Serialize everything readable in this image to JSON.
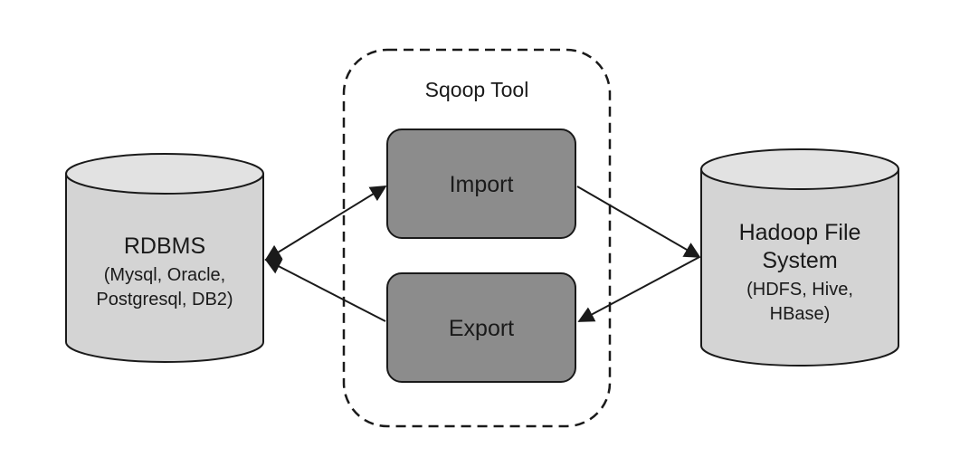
{
  "tool_group": {
    "title": "Sqoop Tool"
  },
  "operations": {
    "import_label": "Import",
    "export_label": "Export"
  },
  "rdbms": {
    "name": "RDBMS",
    "line1": "(Mysql, Oracle,",
    "line2": "Postgresql, DB2)"
  },
  "hadoop": {
    "name_line1": "Hadoop File",
    "name_line2": "System",
    "line1": "(HDFS, Hive,",
    "line2": "HBase)"
  },
  "colors": {
    "box_fill": "#8c8c8c",
    "cylinder_fill": "#d4d4d4",
    "cylinder_top": "#e2e2e2",
    "stroke": "#1a1a1a"
  }
}
